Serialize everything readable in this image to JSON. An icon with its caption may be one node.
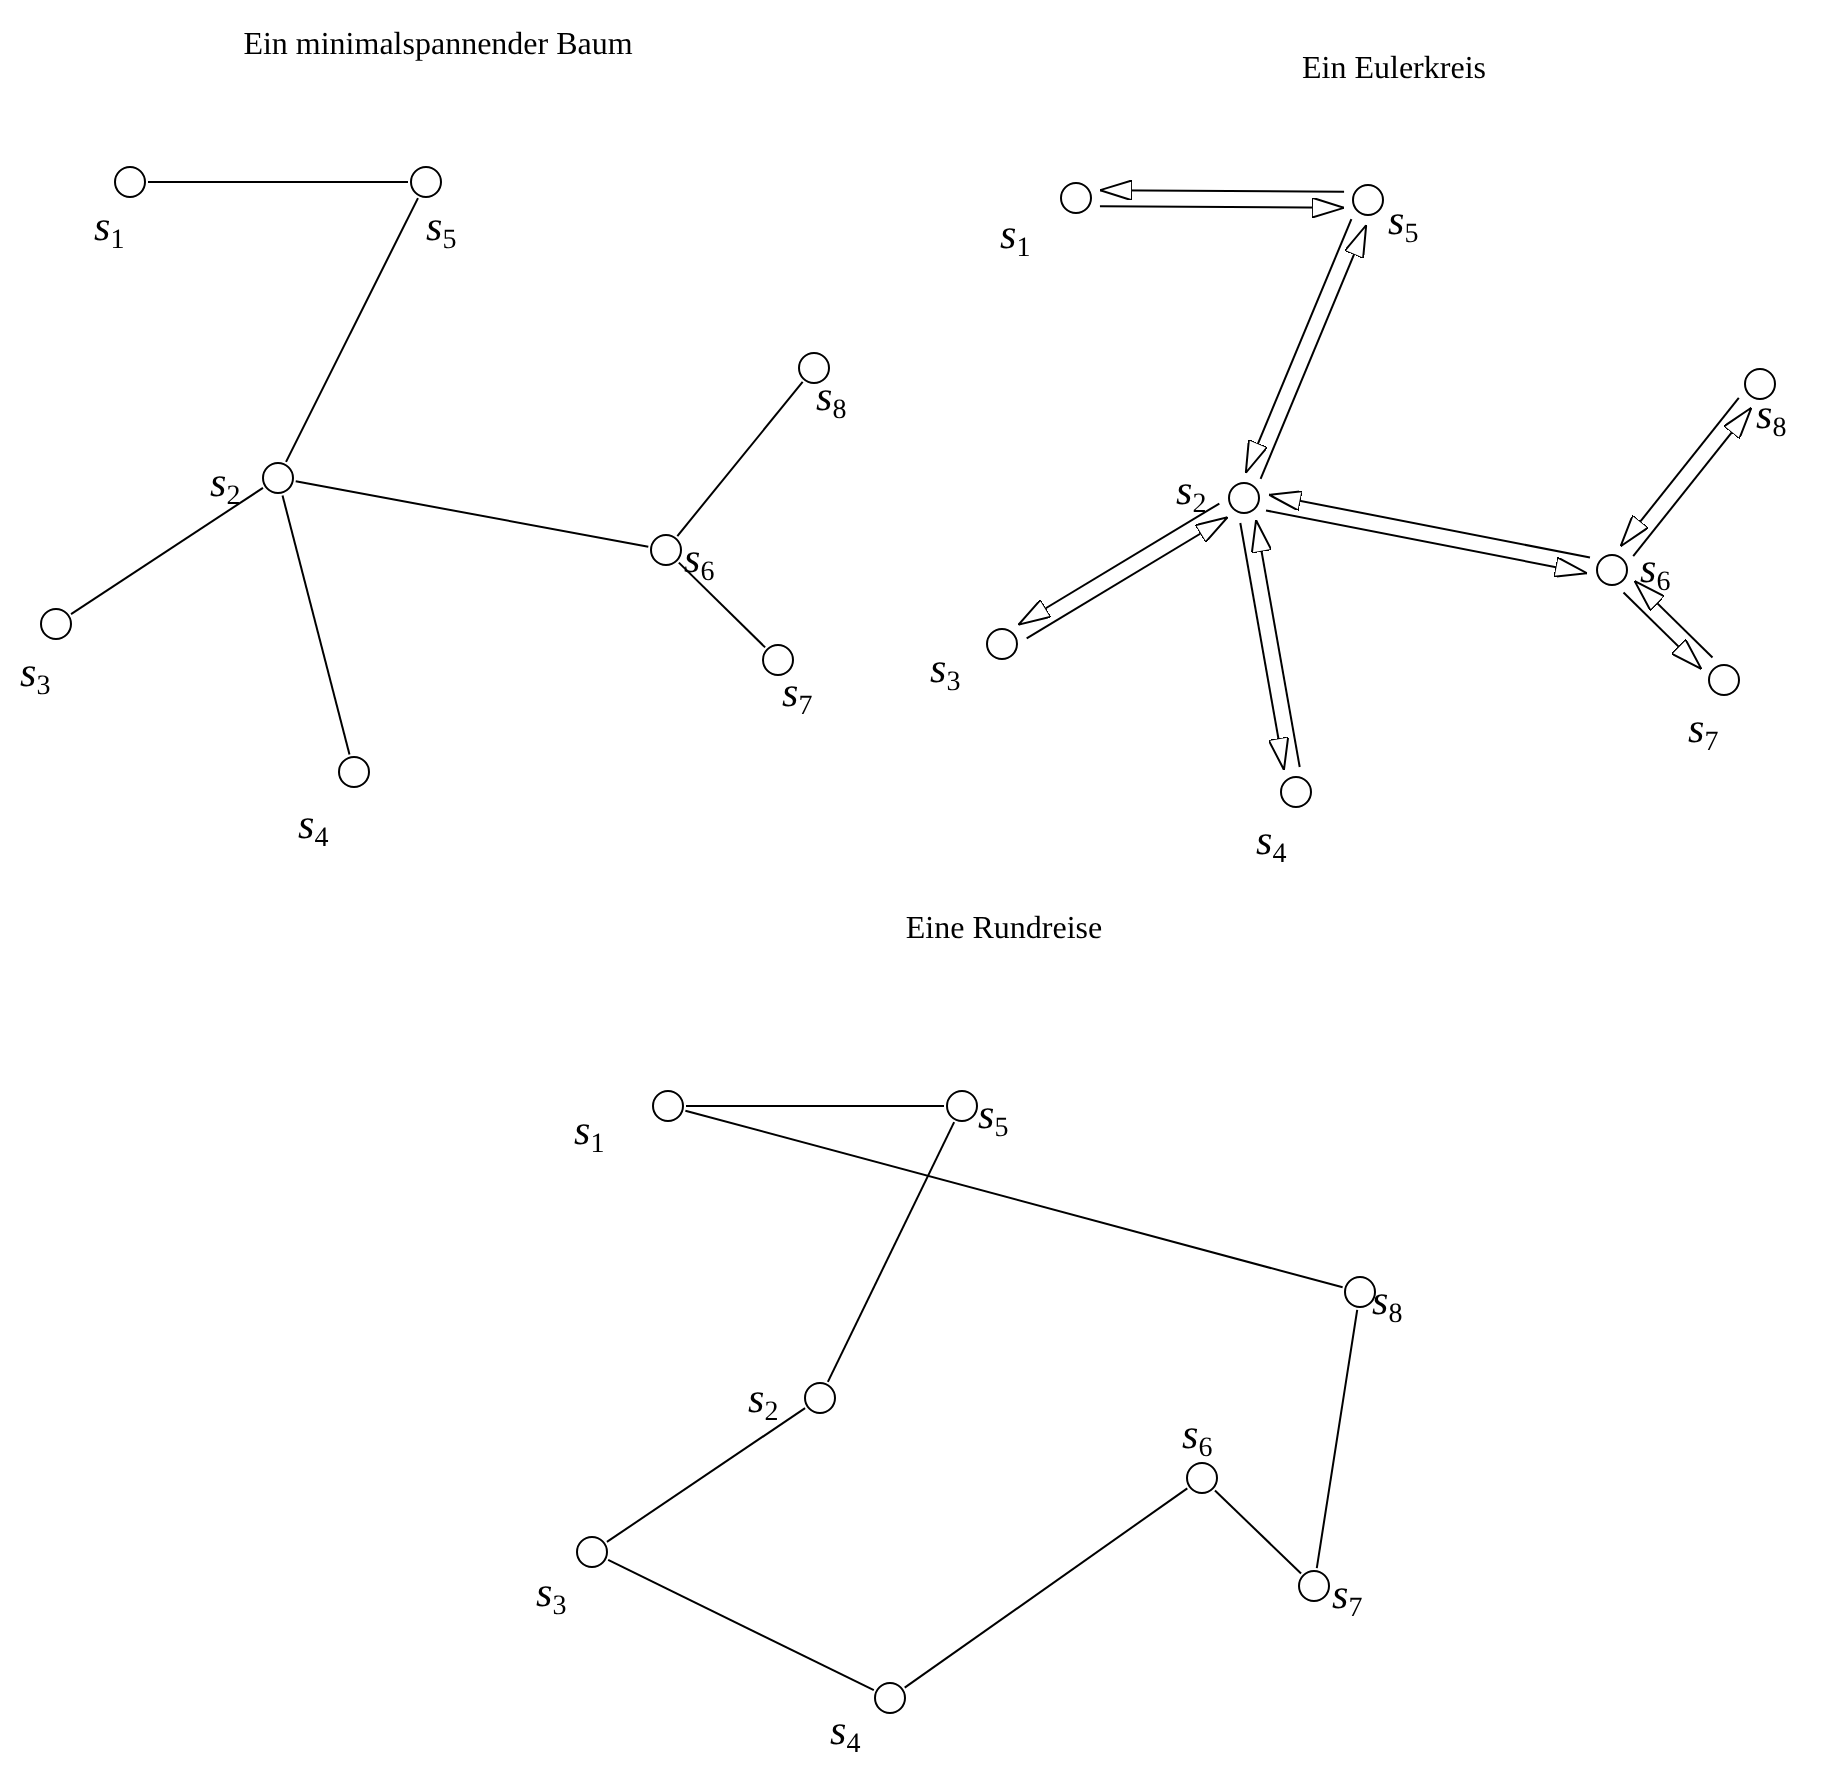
{
  "diagram": {
    "nodes": [
      {
        "text": [],
        "shape": "circle",
        "beside": [
          "s$_{1}$"
        ]
      },
      {
        "text": [],
        "shape": "circle",
        "beside": [
          "s$_{5}$"
        ]
      },
      {
        "text": [],
        "shape": "circle",
        "beside": [
          "s$_{2}$"
        ]
      },
      {
        "text": [],
        "shape": "circle",
        "beside": [
          "s$_{8}$"
        ]
      },
      {
        "text": [],
        "shape": "circle",
        "beside": [
          "s$_{6}$"
        ]
      },
      {
        "text": [],
        "shape": "circle",
        "beside": [
          "s$_{3}$"
        ]
      },
      {
        "text": [],
        "shape": "circle",
        "beside": [
          "s$_{7}$"
        ]
      },
      {
        "text": [],
        "shape": "circle",
        "beside": [
          "s$_{4}$"
        ]
      },
      {
        "text": [],
        "shape": "circle",
        "beside": [
          "s$_{1}$"
        ]
      },
      {
        "text": [],
        "shape": "circle",
        "beside": [
          "s$_{5}$"
        ]
      },
      {
        "text": [],
        "shape": "circle",
        "beside": [
          "s$_{2}$"
        ]
      },
      {
        "text": [],
        "shape": "circle",
        "beside": [
          "s$_{8}$"
        ]
      },
      {
        "text": [],
        "shape": "circle",
        "beside": [
          "s$_{6}$"
        ]
      },
      {
        "text": [],
        "shape": "circle",
        "beside": [
          "s$_{3}$"
        ]
      },
      {
        "text": [],
        "shape": "circle",
        "beside": [
          "s$_{7}$"
        ]
      },
      {
        "text": [],
        "shape": "circle",
        "beside": [
          "s$_{4}$"
        ]
      },
      {
        "text": [],
        "shape": "circle",
        "beside": [
          "s$_{1}$"
        ]
      },
      {
        "text": [],
        "shape": "circle",
        "beside": [
          "s$_{5}$"
        ]
      },
      {
        "text": [],
        "shape": "circle",
        "beside": [
          "s$_{8}$"
        ]
      },
      {
        "text": [],
        "shape": "circle",
        "beside": [
          "s$_{2}$"
        ]
      },
      {
        "text": [],
        "shape": "circle",
        "beside": [
          "s$_{6}$"
        ]
      },
      {
        "text": [],
        "shape": "circle",
        "beside": [
          "s$_{3}$"
        ]
      },
      {
        "text": [],
        "shape": "circle",
        "beside": [
          "s$_{7}$"
        ]
      },
      {
        "text": [],
        "shape": "circle",
        "beside": [
          "s$_{4}$"
        ]
      }
    ],
    "edges": [
      {
        "from": 0,
        "to": 1,
        "arrow": "none"
      },
      {
        "from": 1,
        "to": 2,
        "arrow": "none"
      },
      {
        "from": 2,
        "to": 4,
        "arrow": "none"
      },
      {
        "from": 4,
        "to": 3,
        "arrow": "none"
      },
      {
        "from": 4,
        "to": 6,
        "arrow": "none"
      },
      {
        "from": 2,
        "to": 5,
        "arrow": "none"
      },
      {
        "from": 2,
        "to": 7,
        "arrow": "none"
      },
      {
        "from": 8,
        "to": 9,
        "arrow": "to"
      },
      {
        "from": 9,
        "to": 10,
        "arrow": "to"
      },
      {
        "from": 10,
        "to": 13,
        "arrow": "to"
      },
      {
        "from": 13,
        "to": 10,
        "arrow": "to"
      },
      {
        "from": 10,
        "to": 15,
        "arrow": "to"
      },
      {
        "from": 15,
        "to": 10,
        "arrow": "to"
      },
      {
        "from": 10,
        "to": 12,
        "arrow": "to"
      },
      {
        "from": 12,
        "to": 11,
        "arrow": "to"
      },
      {
        "from": 11,
        "to": 12,
        "arrow": "to"
      },
      {
        "from": 12,
        "to": 14,
        "arrow": "to"
      },
      {
        "from": 14,
        "to": 12,
        "arrow": "to"
      },
      {
        "from": 12,
        "to": 10,
        "arrow": "to"
      },
      {
        "from": 10,
        "to": 9,
        "arrow": "to"
      },
      {
        "from": 9,
        "to": 8,
        "arrow": "to"
      },
      {
        "from": 16,
        "to": 17,
        "arrow": "none"
      },
      {
        "from": 17,
        "to": 19,
        "arrow": "none"
      },
      {
        "from": 19,
        "to": 21,
        "arrow": "none"
      },
      {
        "from": 21,
        "to": 23,
        "arrow": "none"
      },
      {
        "from": 23,
        "to": 20,
        "arrow": "none"
      },
      {
        "from": 20,
        "to": 22,
        "arrow": "none"
      },
      {
        "from": 22,
        "to": 18,
        "arrow": "none"
      },
      {
        "from": 18,
        "to": 16,
        "arrow": "none"
      }
    ],
    "labels": [
      "Ein minimalspannender Baum",
      "Ein Eulerkreis",
      "Eine Rundreise"
    ]
  }
}
